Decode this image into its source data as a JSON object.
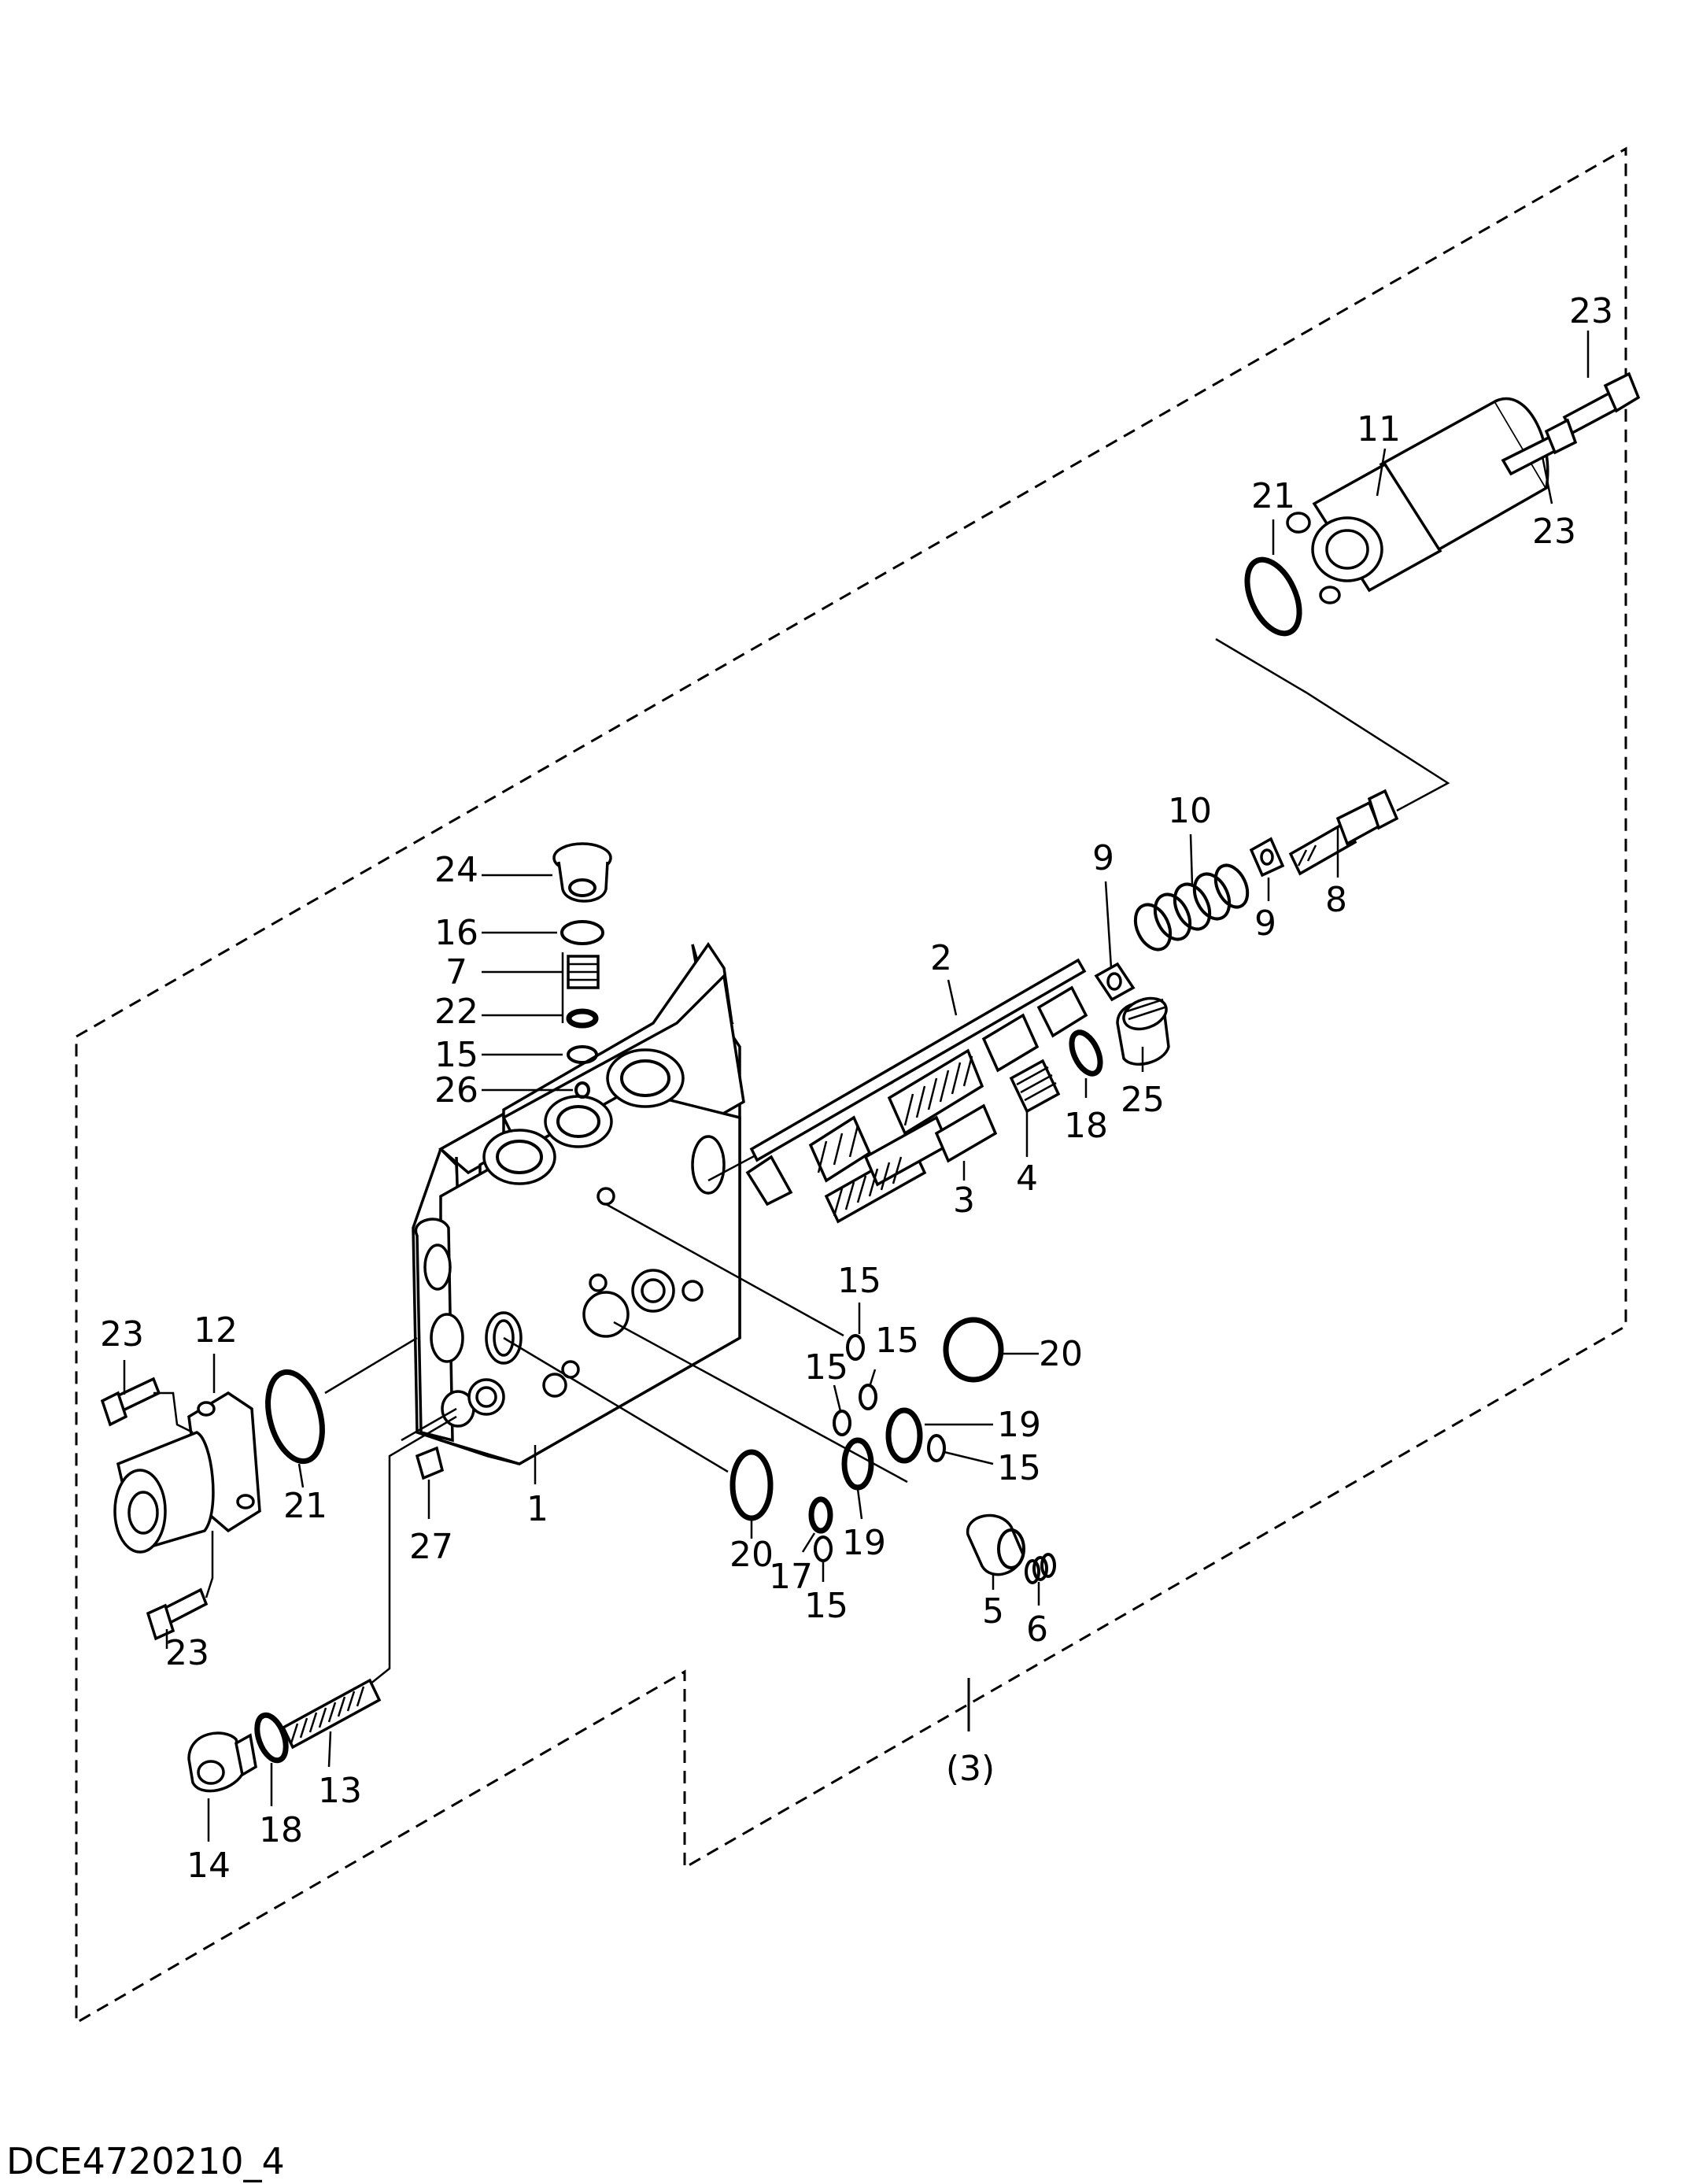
{
  "drawing": {
    "code": "DCE4720210_4",
    "assembly_label": "(3)"
  },
  "labels": {
    "l1": "1",
    "l2": "2",
    "l3": "3",
    "l4": "4",
    "l5": "5",
    "l6": "6",
    "l7": "7",
    "l8": "8",
    "l9a": "9",
    "l9b": "9",
    "l10": "10",
    "l11": "11",
    "l12": "12",
    "l13": "13",
    "l14": "14",
    "l15a": "15",
    "l15b": "15",
    "l15c": "15",
    "l15d": "15",
    "l15e": "15",
    "l15f": "15",
    "l16": "16",
    "l17": "17",
    "l18a": "18",
    "l18b": "18",
    "l19a": "19",
    "l19b": "19",
    "l20a": "20",
    "l20b": "20",
    "l21a": "21",
    "l21b": "21",
    "l22": "22",
    "l23a": "23",
    "l23b": "23",
    "l23c": "23",
    "l23d": "23",
    "l24": "24",
    "l25": "25",
    "l26": "26",
    "l27": "27"
  }
}
